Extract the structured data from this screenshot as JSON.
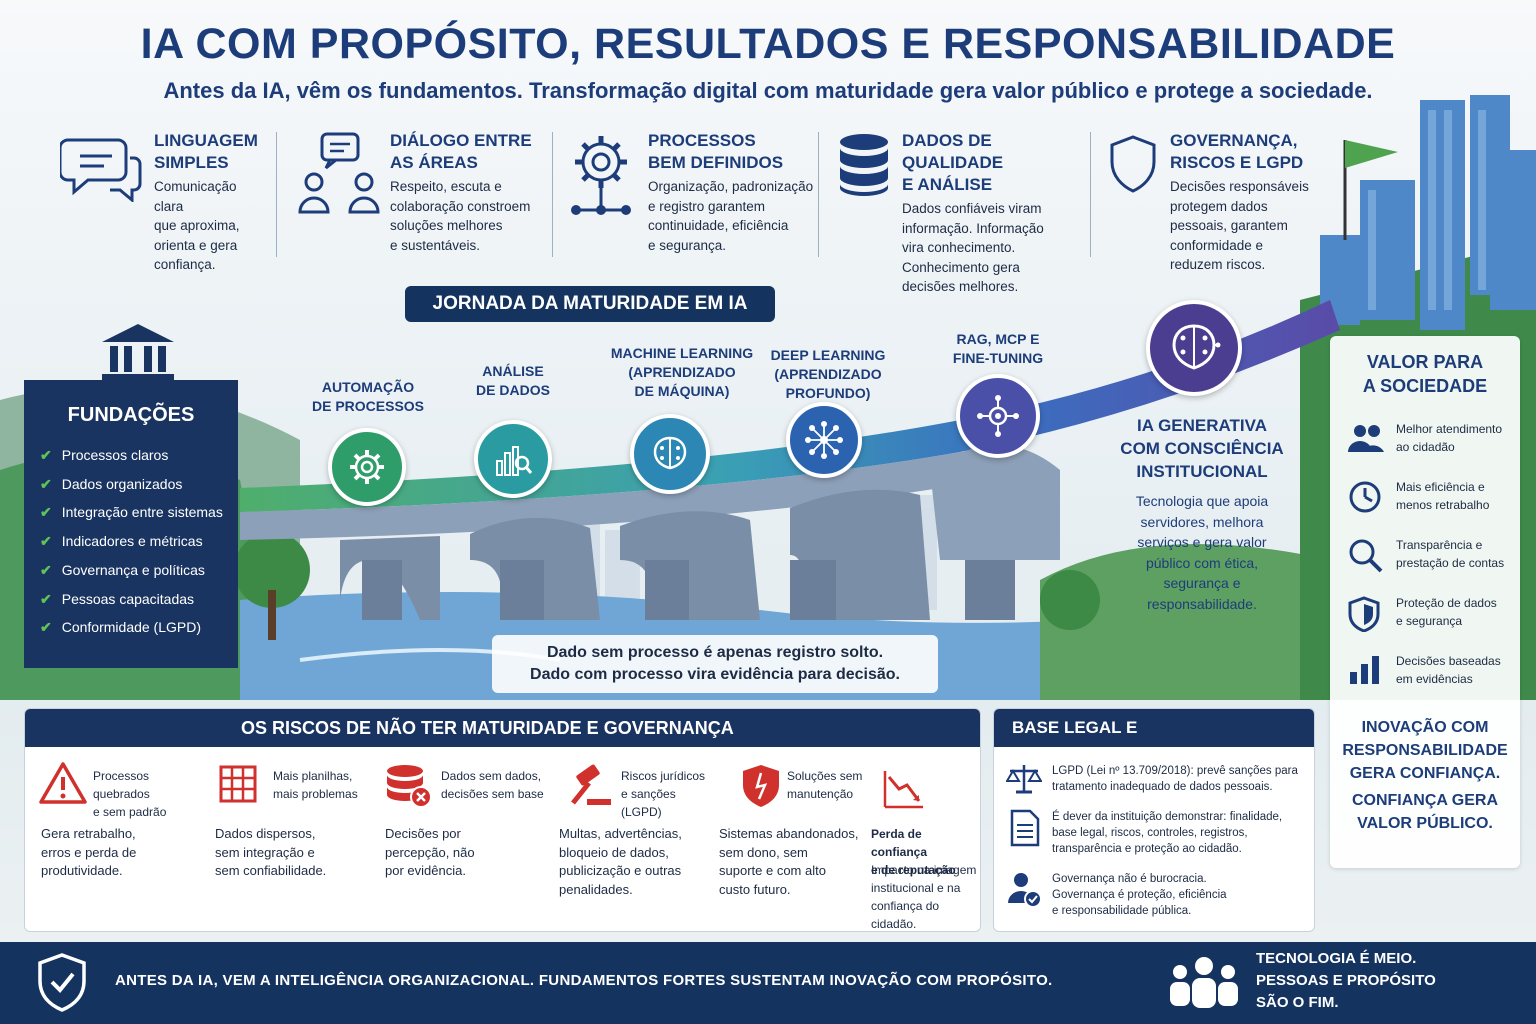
{
  "header": {
    "title": "IA COM PROPÓSITO, RESULTADOS E RESPONSABILIDADE",
    "subtitle": "Antes da IA, vêm os fundamentos. Transformação digital com maturidade gera valor público e protege a sociedade."
  },
  "pillars": [
    {
      "title1": "LINGUAGEM",
      "title2": "SIMPLES",
      "lines": [
        "Comunicação clara",
        "que aproxima,",
        "orienta e gera",
        "confiança."
      ],
      "icon": "speech-bubbles-icon"
    },
    {
      "title1": "DIÁLOGO ENTRE",
      "title2": "AS ÁREAS",
      "lines": [
        "Respeito, escuta e",
        "colaboração constroem",
        "soluções melhores",
        "e sustentáveis."
      ],
      "icon": "people-dialogue-icon"
    },
    {
      "title1": "PROCESSOS",
      "title2": "BEM DEFINIDOS",
      "lines": [
        "Organização, padronização",
        "e registro garantem",
        "continuidade, eficiência",
        "e segurança."
      ],
      "icon": "gear-process-icon"
    },
    {
      "title1": "DADOS DE QUALIDADE",
      "title2": "E ANÁLISE",
      "lines": [
        "Dados confiáveis viram",
        "informação. Informação",
        "vira conhecimento.",
        "Conhecimento gera",
        "decisões melhores."
      ],
      "icon": "database-icon"
    },
    {
      "title1": "GOVERNANÇA,",
      "title2": "RISCOS E LGPD",
      "lines": [
        "Decisões responsáveis",
        "protegem dados",
        "pessoais, garantem",
        "conformidade e",
        "reduzem riscos."
      ],
      "icon": "shield-icon"
    }
  ],
  "journey": {
    "title": "JORNADA DA MATURIDADE EM IA",
    "stages": [
      {
        "label": [
          "AUTOMAÇÃO",
          "DE PROCESSOS"
        ],
        "color": "#2f9d6a"
      },
      {
        "label": [
          "ANÁLISE",
          "DE DADOS"
        ],
        "color": "#2a9ba0"
      },
      {
        "label": [
          "MACHINE LEARNING",
          "(APRENDIZADO",
          "DE MÁQUINA)"
        ],
        "color": "#2c87b4"
      },
      {
        "label": [
          "DEEP LEARNING",
          "(APRENDIZADO",
          "PROFUNDO)"
        ],
        "color": "#2b63b0"
      },
      {
        "label": [
          "RAG, MCP E",
          "FINE-TUNING"
        ],
        "color": "#4a4fa8"
      },
      {
        "label": [],
        "color": "#4b3d8f"
      }
    ],
    "callout": [
      "Dado sem processo é apenas registro solto.",
      "Dado com processo vira evidência para decisão."
    ]
  },
  "foundations": {
    "title": "FUNDAÇÕES",
    "items": [
      "Processos claros",
      "Dados organizados",
      "Integração entre sistemas",
      "Indicadores e métricas",
      "Governança e políticas",
      "Pessoas capacitadas",
      "Conformidade (LGPD)"
    ]
  },
  "iagen": {
    "title": [
      "IA GENERATIVA",
      "COM CONSCIÊNCIA",
      "INSTITUCIONAL"
    ],
    "text": [
      "Tecnologia que apoia",
      "servidores, melhora",
      "serviços e gera valor",
      "público com ética,",
      "segurança e",
      "responsabilidade."
    ]
  },
  "valor": {
    "title": [
      "VALOR PARA",
      "A SOCIEDADE"
    ],
    "items": [
      {
        "lines": [
          "Melhor atendimento",
          "ao cidadão"
        ],
        "icon": "people-icon"
      },
      {
        "lines": [
          "Mais eficiência e",
          "menos retrabalho"
        ],
        "icon": "clock-icon"
      },
      {
        "lines": [
          "Transparência e",
          "prestação de contas"
        ],
        "icon": "magnifier-icon"
      },
      {
        "lines": [
          "Proteção de dados",
          "e segurança"
        ],
        "icon": "shield-icon"
      },
      {
        "lines": [
          "Decisões baseadas",
          "em evidências"
        ],
        "icon": "bar-chart-icon"
      }
    ],
    "slogan1": [
      "INOVAÇÃO COM",
      "RESPONSABILIDADE",
      "GERA CONFIANÇA."
    ],
    "slogan2": [
      "CONFIANÇA GERA",
      "VALOR PÚBLICO."
    ]
  },
  "risks": {
    "title": "OS RISCOS DE NÃO TER MATURIDADE E GOVERNANÇA",
    "items": [
      {
        "head": [
          "Processos quebrados",
          "e sem padrão"
        ],
        "text": [
          "Gera retrabalho,",
          "erros e perda de",
          "produtividade."
        ],
        "icon": "warning-icon"
      },
      {
        "head": [
          "Mais planilhas,",
          "mais problemas"
        ],
        "text": [
          "Dados dispersos,",
          "sem integração e",
          "sem confiabilidade."
        ],
        "icon": "spreadsheet-icon"
      },
      {
        "head": [
          "Dados sem dados,",
          "decisões sem base"
        ],
        "text": [
          "Decisões por",
          "percepção, não",
          "por evidência."
        ],
        "icon": "database-error-icon"
      },
      {
        "head": [
          "Riscos jurídicos",
          "e sanções (LGPD)"
        ],
        "text": [
          "Multas, advertências,",
          "bloqueio de dados,",
          "publicização e outras",
          "penalidades."
        ],
        "icon": "gavel-icon"
      },
      {
        "head": [
          "Soluções sem",
          "manutenção"
        ],
        "text": [
          "Sistemas abandonados,",
          "sem dono, sem",
          "suporte e com alto",
          "custo futuro."
        ],
        "icon": "broken-shield-icon"
      },
      {
        "head": [
          "Perda de confiança",
          "e de reputação"
        ],
        "text": [
          "Impacto na imagem",
          "institucional e na",
          "confiança do",
          "cidadão."
        ],
        "icon": "declining-chart-icon"
      }
    ]
  },
  "legal": {
    "title": "BASE LEGAL E RESPONSABILIDADE",
    "items": [
      {
        "lines": [
          "LGPD (Lei nº 13.709/2018): prevê sanções para",
          "tratamento inadequado de dados pessoais."
        ],
        "icon": "scales-icon"
      },
      {
        "lines": [
          "É dever da instituição demonstrar: finalidade,",
          "base legal, riscos, controles, registros,",
          "transparência e proteção ao cidadão."
        ],
        "icon": "document-icon"
      },
      {
        "lines": [
          "Governança não é burocracia.",
          "Governança é proteção, eficiência",
          "e responsabilidade pública."
        ],
        "icon": "verified-user-icon"
      }
    ]
  },
  "footer": {
    "text": "ANTES DA IA, VEM A INTELIGÊNCIA ORGANIZACIONAL.   FUNDAMENTOS FORTES SUSTENTAM INOVAÇÃO COM PROPÓSITO.",
    "right": [
      "TECNOLOGIA É MEIO.",
      "PESSOAS E PROPÓSITO",
      "SÃO O FIM."
    ]
  },
  "colors": {
    "navy": "#14335f",
    "blue": "#1d3d7a",
    "green": "#5fc35a",
    "red": "#d0312d"
  }
}
